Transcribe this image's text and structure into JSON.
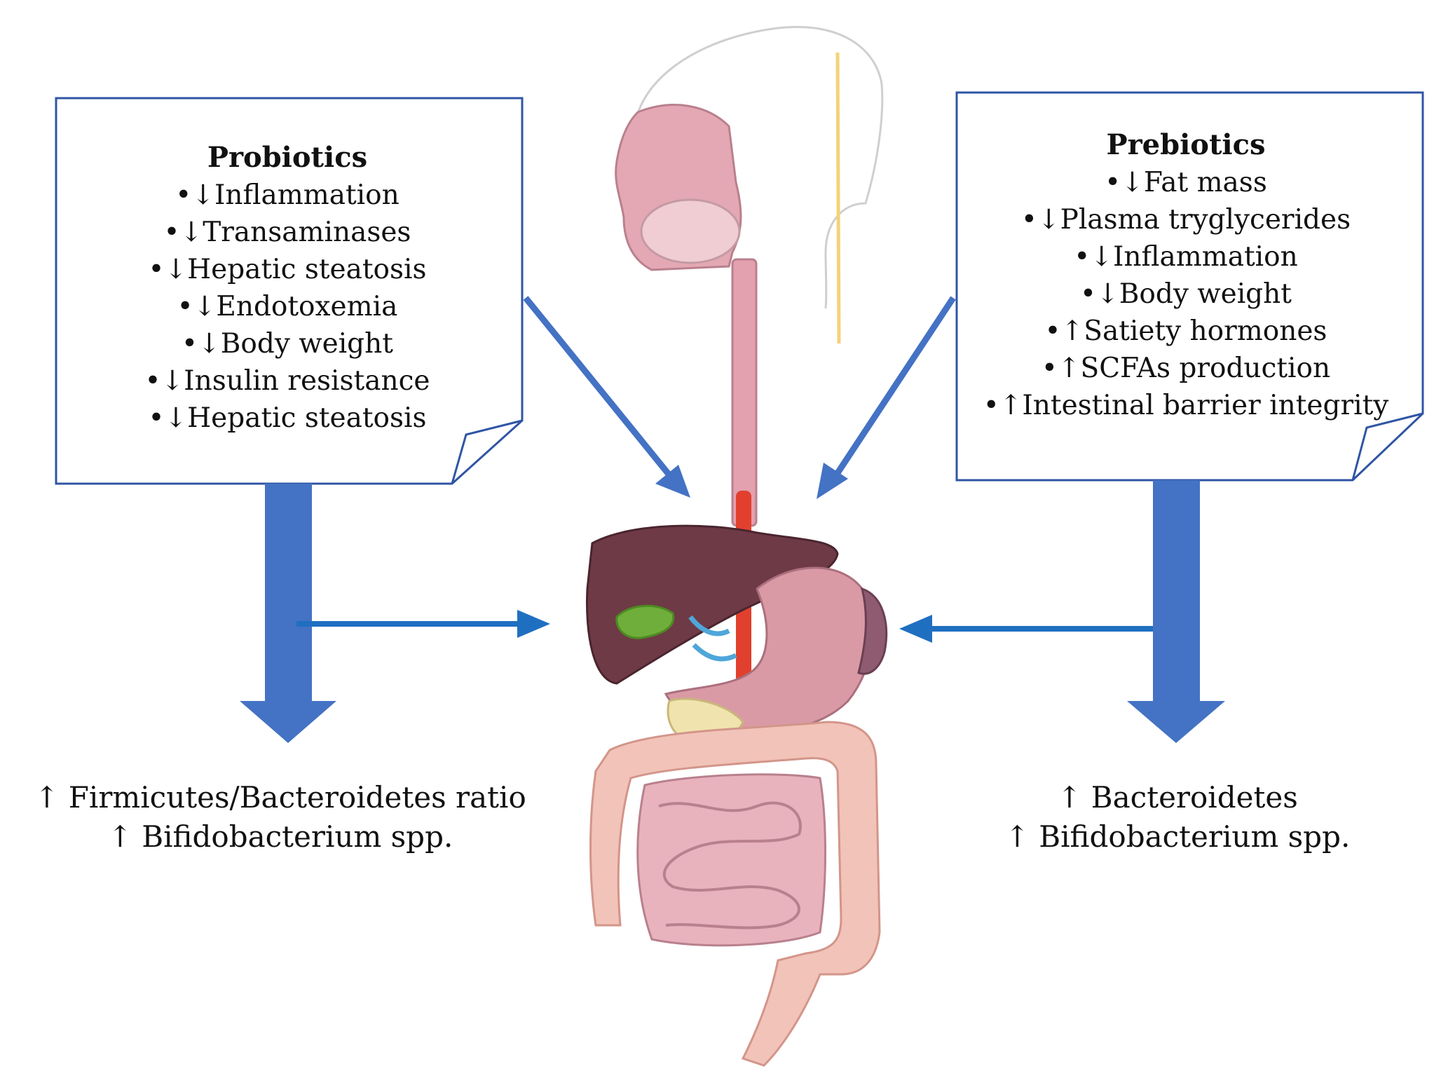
{
  "probiotics": {
    "title": "Probiotics",
    "effects": [
      "•↓Inflammation",
      "•↓Transaminases",
      "•↓Hepatic steatosis",
      "•↓Endotoxemia",
      "•↓Body weight",
      "•↓Insulin resistance",
      "•↓Hepatic steatosis"
    ],
    "outcomes": [
      "↑ Firmicutes/Bacteroidetes ratio",
      "↑ Bifidobacterium spp."
    ]
  },
  "prebiotics": {
    "title": "Prebiotics",
    "effects": [
      "•↓Fat mass",
      "•↓Plasma tryglycerides",
      "•↓Inflammation",
      "•↓Body weight",
      "•↑Satiety hormones",
      "•↑SCFAs production",
      "•↑Intestinal barrier integrity"
    ],
    "outcomes": [
      "↑ Bacteroidetes",
      "↑ Bifidobacterium spp."
    ]
  },
  "colors": {
    "arrow_blue": "#4472C4",
    "thin_arrow_blue": "#1F6FC1",
    "box_border": "#2F55A4",
    "liver": "#6E3A45",
    "stomach": "#D99AA6",
    "intestine": "#E8B3BC",
    "colon": "#F2C3B8",
    "gallbladder": "#6FAE3A"
  }
}
